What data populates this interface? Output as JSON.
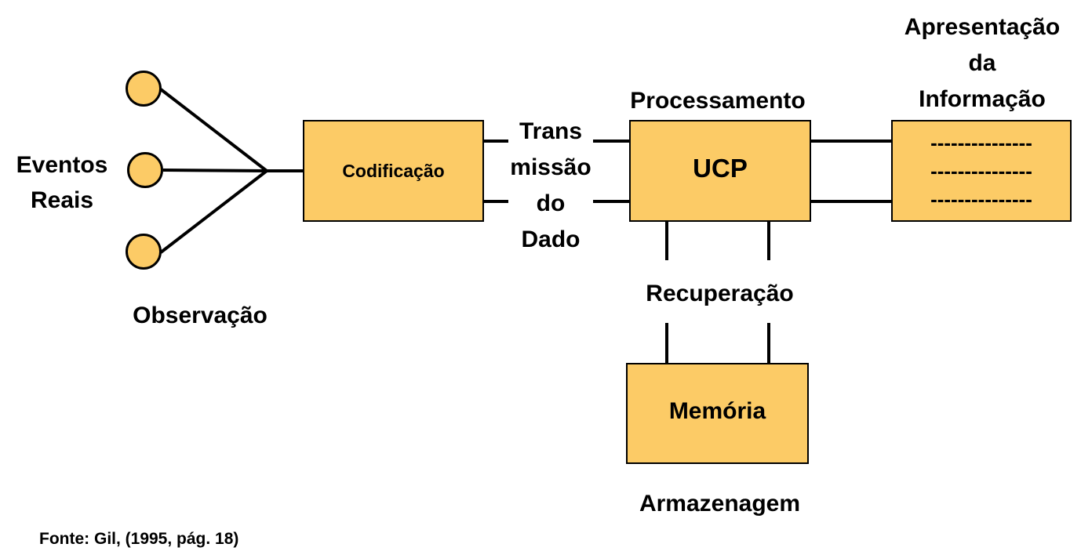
{
  "eventos_label": "Eventos\nReais",
  "observacao_label": "Observação",
  "codificacao_label": "Codificação",
  "transmissao_lines": [
    "Trans",
    "missão",
    "do",
    "Dado"
  ],
  "processamento_label": "Processamento",
  "ucp_label": "UCP",
  "apresentacao_lines": [
    "Apresentação",
    "da",
    "Informação"
  ],
  "display_lines": [
    "---------------",
    "---------------",
    "---------------"
  ],
  "recuperacao_label": "Recuperação",
  "memoria_label": "Memória",
  "armazenagem_label": "Armazenagem",
  "fonte_label": "Fonte: Gil, (1995, pág. 18)",
  "colors": {
    "box_fill": "#fccb66",
    "stroke": "#000000"
  }
}
